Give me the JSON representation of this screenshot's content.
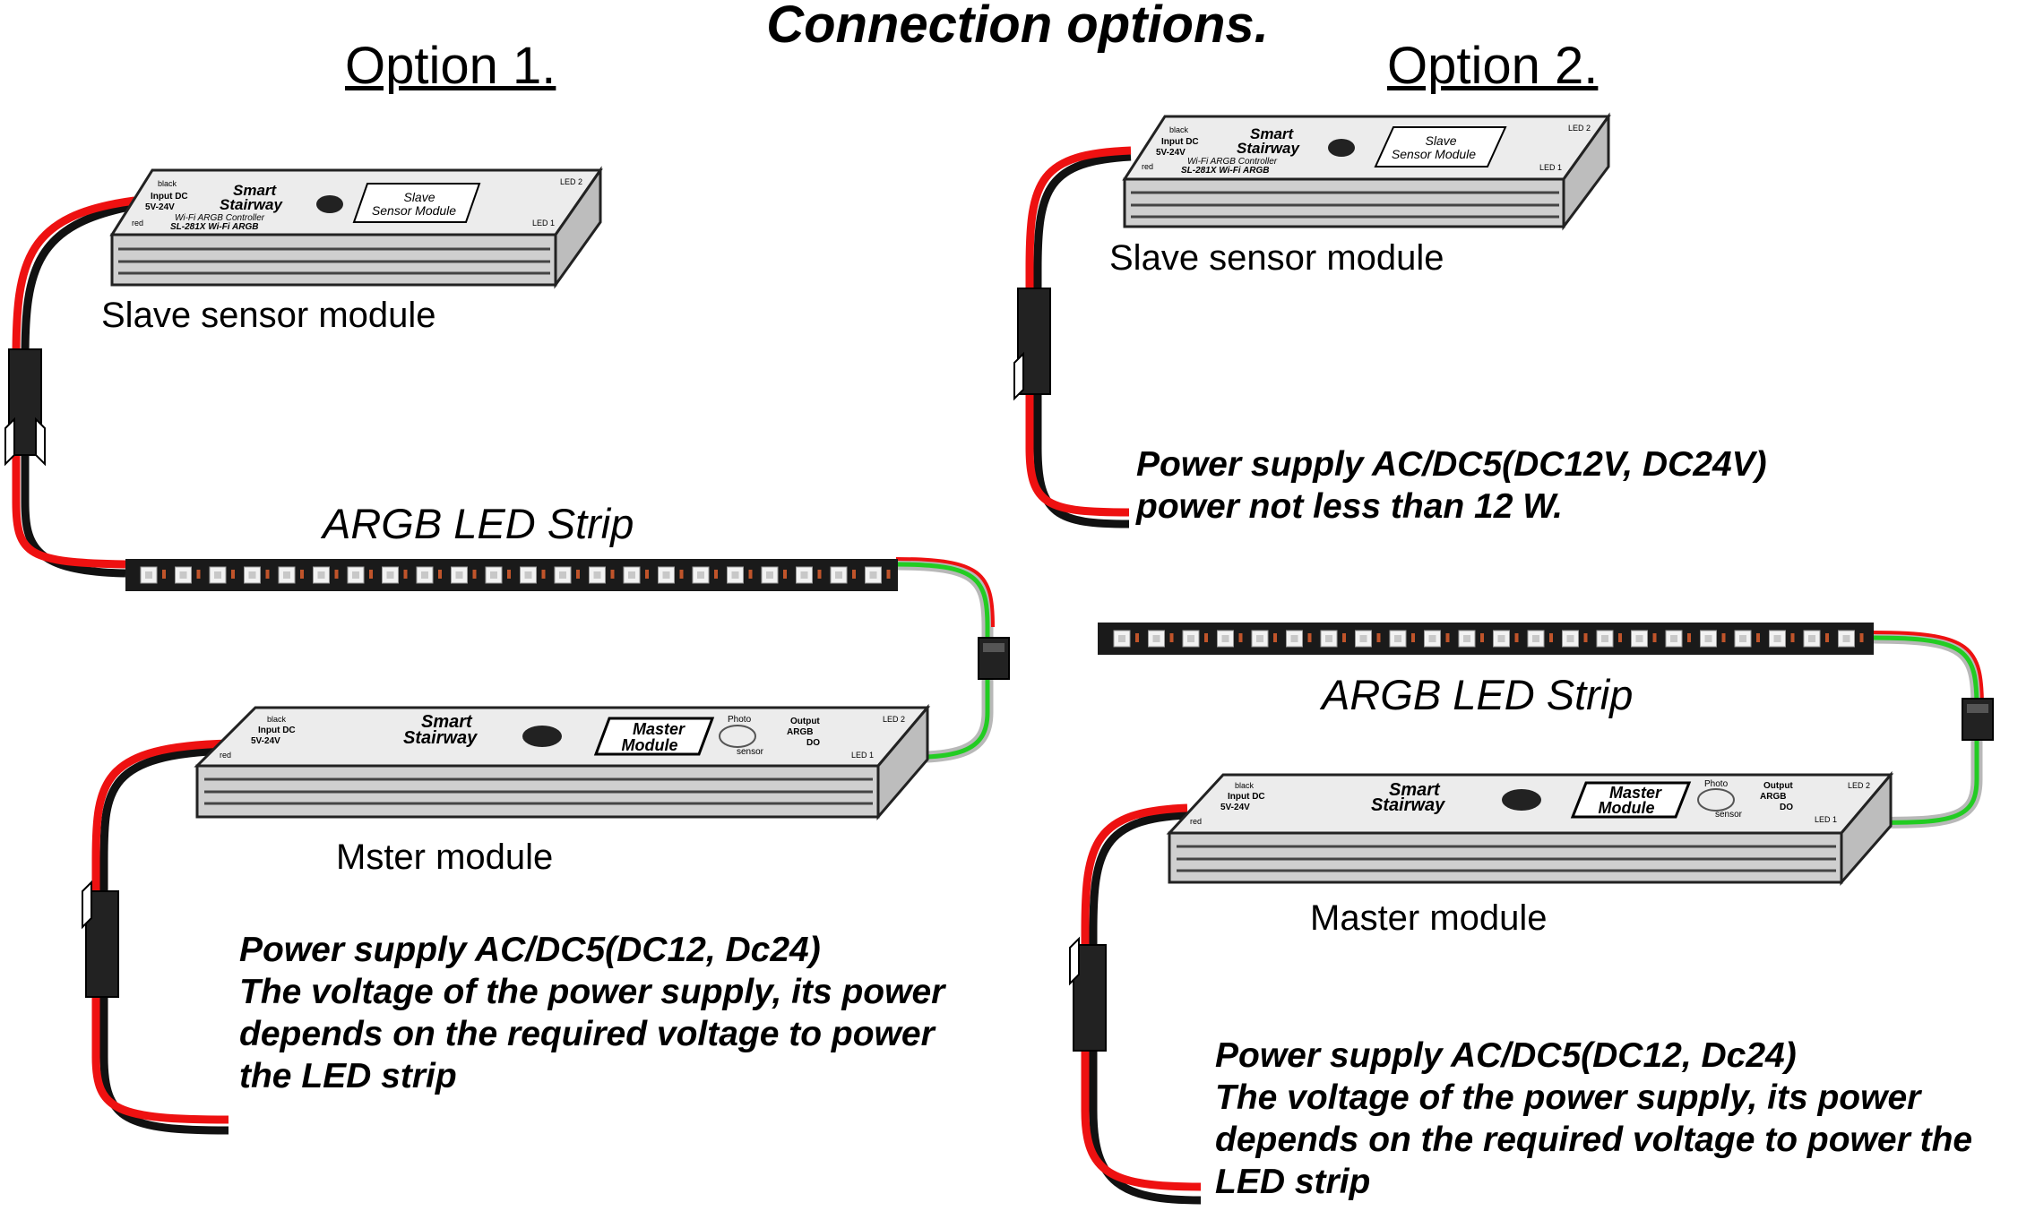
{
  "title": "Connection options.",
  "option1": {
    "heading": "Option 1.",
    "slave_label": "Slave sensor module",
    "strip_label": "ARGB LED Strip",
    "master_label": "Mster module",
    "power_text": "Power supply AC/DC5(DC12, Dc24)\nThe voltage of the power supply, its power\ndepends on the required voltage to power\nthe LED strip"
  },
  "option2": {
    "heading": "Option 2.",
    "slave_label": "Slave sensor module",
    "slave_power_text": "Power supply AC/DC5(DC12V, DC24V)\npower not less than 12 W.",
    "strip_label": "ARGB LED Strip",
    "master_label": "Master module",
    "power_text": "Power supply AC/DC5(DC12, Dc24)\nThe voltage of the power supply, its power\ndepends on the required voltage to power the\nLED strip"
  },
  "slave_box": {
    "brand_top": "Smart",
    "brand_bottom": "Stairway",
    "model_line1": "Wi-Fi ARGB Controller",
    "model_line2": "SL-281X Wi-Fi ARGB",
    "module_line1": "Slave",
    "module_line2": "Sensor Module",
    "led2": "LED 2",
    "led1": "LED 1",
    "wire_black": "black",
    "wire_red": "red",
    "input_label": "Input DC",
    "input_range": "5V-24V",
    "minus": "-",
    "plus": "+"
  },
  "master_box": {
    "brand_top": "Smart",
    "brand_bottom": "Stairway",
    "module_line1": "Master",
    "module_line2": "Module",
    "photo_line1": "Photo",
    "photo_line2": "sensor",
    "output_line1": "Output",
    "output_line2": "ARGB",
    "output_do": "DO",
    "led2": "LED 2",
    "led1": "LED 1",
    "wire_black": "black",
    "wire_red": "red",
    "input_label": "Input DC",
    "input_range": "5V-24V",
    "minus": "-",
    "plus": "+"
  },
  "colors": {
    "wire_red": "#ee1111",
    "wire_black": "#111111",
    "wire_green": "#22cc22",
    "wire_grey": "#b8b8b8",
    "strip": "#1a1a1a",
    "box_top": "#ececec",
    "box_side": "#cfcfcf"
  }
}
